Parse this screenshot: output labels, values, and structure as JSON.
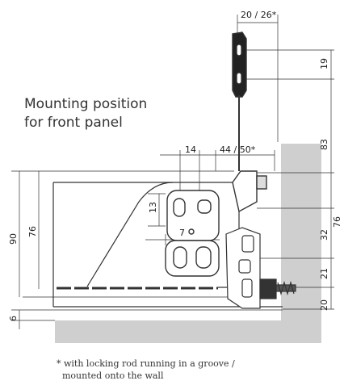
{
  "caption": {
    "line1": "Mounting position",
    "line2": "for front panel"
  },
  "dimensions": {
    "top_width": "20 / 26*",
    "bracket_hole_spacing": "19",
    "upper_height": "83",
    "lower_height": "76",
    "spacing_32": "32",
    "spacing_21": "21",
    "spacing_20": "20",
    "horizontal_14": "14",
    "horizontal_44_50": "44 / 50*",
    "hole_13": "13",
    "hole_7": "7",
    "height_90": "90",
    "height_76": "76",
    "offset_6": "6"
  },
  "footnote": {
    "line1": "* with locking rod running in a groove /",
    "line2": "mounted onto the wall"
  }
}
